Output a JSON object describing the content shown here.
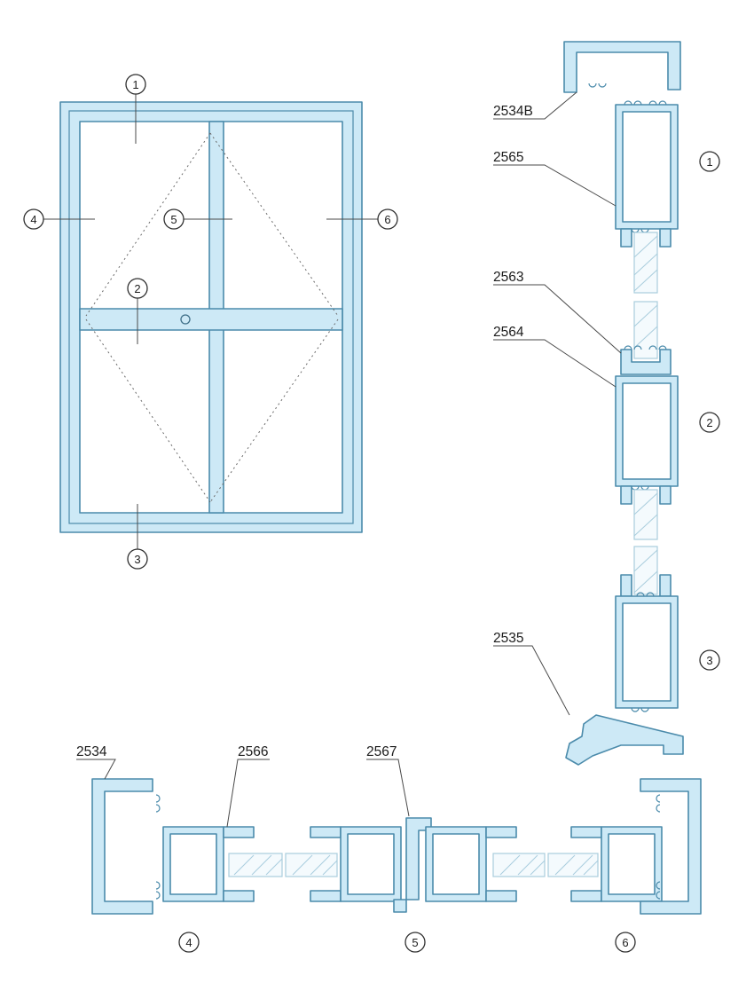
{
  "diagram": {
    "kind": "aluminum-window-profile-section-drawing",
    "colors": {
      "profile_fill": "#cde9f6",
      "profile_stroke": "#4b8bab",
      "glass_line": "#a9cddd",
      "leader_line": "#4a4a4a",
      "callout_stroke": "#2f2f2f"
    },
    "elevation": {
      "callouts": [
        {
          "num": "1"
        },
        {
          "num": "2"
        },
        {
          "num": "3"
        },
        {
          "num": "4"
        },
        {
          "num": "5"
        },
        {
          "num": "6"
        }
      ]
    },
    "sections": {
      "s1": {
        "num": "1",
        "parts": [
          {
            "label": "2534B"
          },
          {
            "label": "2565"
          }
        ]
      },
      "s2": {
        "num": "2",
        "parts": [
          {
            "label": "2563"
          },
          {
            "label": "2564"
          }
        ]
      },
      "s3": {
        "num": "3",
        "parts": [
          {
            "label": "2535"
          }
        ]
      },
      "s4": {
        "num": "4",
        "parts": [
          {
            "label": "2534"
          },
          {
            "label": "2566"
          }
        ]
      },
      "s5": {
        "num": "5",
        "parts": [
          {
            "label": "2567"
          }
        ]
      },
      "s6": {
        "num": "6",
        "parts": []
      }
    }
  }
}
